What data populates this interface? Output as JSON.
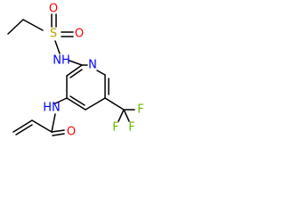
{
  "molecule": {
    "atoms": {
      "sulfur": "S",
      "sulfonyl_oxygen_top": "O",
      "sulfonyl_oxygen_right": "O",
      "sulfonamide_nh": "NH",
      "ring_nitrogen": "N",
      "amide_nh": "HN",
      "amide_oxygen": "O",
      "fluorine_right": "F",
      "fluorine_bottom_left": "F",
      "fluorine_bottom_right": "F"
    },
    "colors": {
      "bond": "#000000",
      "sulfur": "#B8A200",
      "oxygen": "#FF0000",
      "nitrogen": "#0000FF",
      "fluorine": "#66BB00"
    }
  }
}
